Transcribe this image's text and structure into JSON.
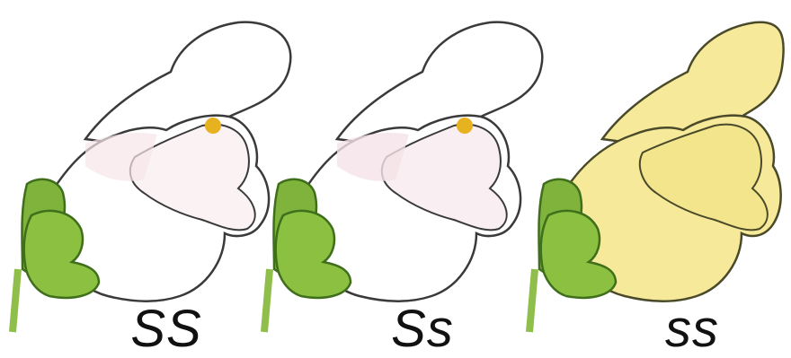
{
  "figure": {
    "panels": [
      {
        "genotype": "SS",
        "petal_fill": "#ffffff",
        "petal_blush": "#f7e6ea",
        "dot_color": "#e7b21f"
      },
      {
        "genotype": "Ss",
        "petal_fill": "#ffffff",
        "petal_blush": "#f4e2e7",
        "dot_color": "#e7b21f"
      },
      {
        "genotype": "ss",
        "petal_fill": "#f6ea9a",
        "petal_blush": "#f3e58c",
        "dot_color": ""
      }
    ],
    "colors": {
      "outline": "#3a3a3a",
      "sepal_green": "#7fb33b",
      "sepal_dark": "#3f6e1c",
      "stem_green": "#8fbf4a"
    }
  }
}
